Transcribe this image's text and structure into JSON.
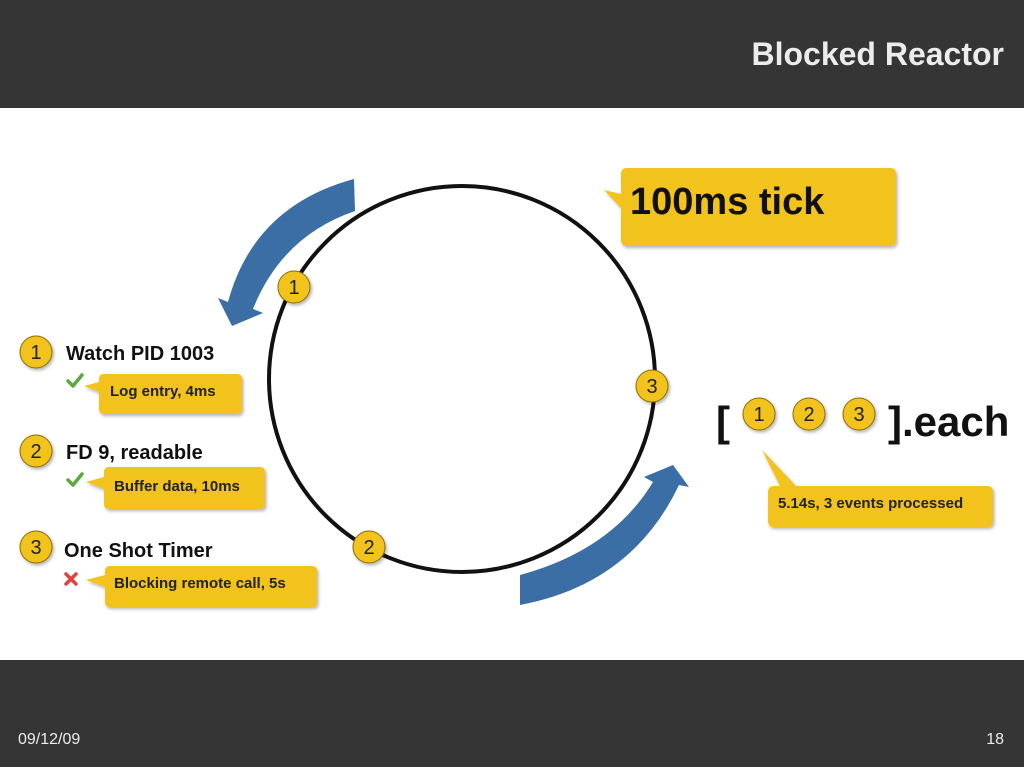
{
  "slide": {
    "title": "Blocked Reactor",
    "date": "09/12/09",
    "page_number": "18"
  },
  "loop": {
    "tick_label": "100ms tick",
    "markers": [
      "1",
      "2",
      "3"
    ]
  },
  "events": [
    {
      "number": "1",
      "label": "Watch PID 1003",
      "status": "ok",
      "detail": "Log entry, 4ms"
    },
    {
      "number": "2",
      "label": "FD 9, readable",
      "status": "ok",
      "detail": "Buffer data, 10ms"
    },
    {
      "number": "3",
      "label": "One Shot Timer",
      "status": "blocked",
      "detail": "Blocking remote call, 5s"
    }
  ],
  "iteration": {
    "open_bracket": "[",
    "close_suffix": "].each",
    "items": [
      "1",
      "2",
      "3"
    ],
    "summary": "5.14s, 3 events processed"
  },
  "colors": {
    "bar": "#353535",
    "badge": "#f2c31b",
    "arrow": "#3a6ea5",
    "check": "#5aaa3c",
    "cross": "#e0433a"
  }
}
